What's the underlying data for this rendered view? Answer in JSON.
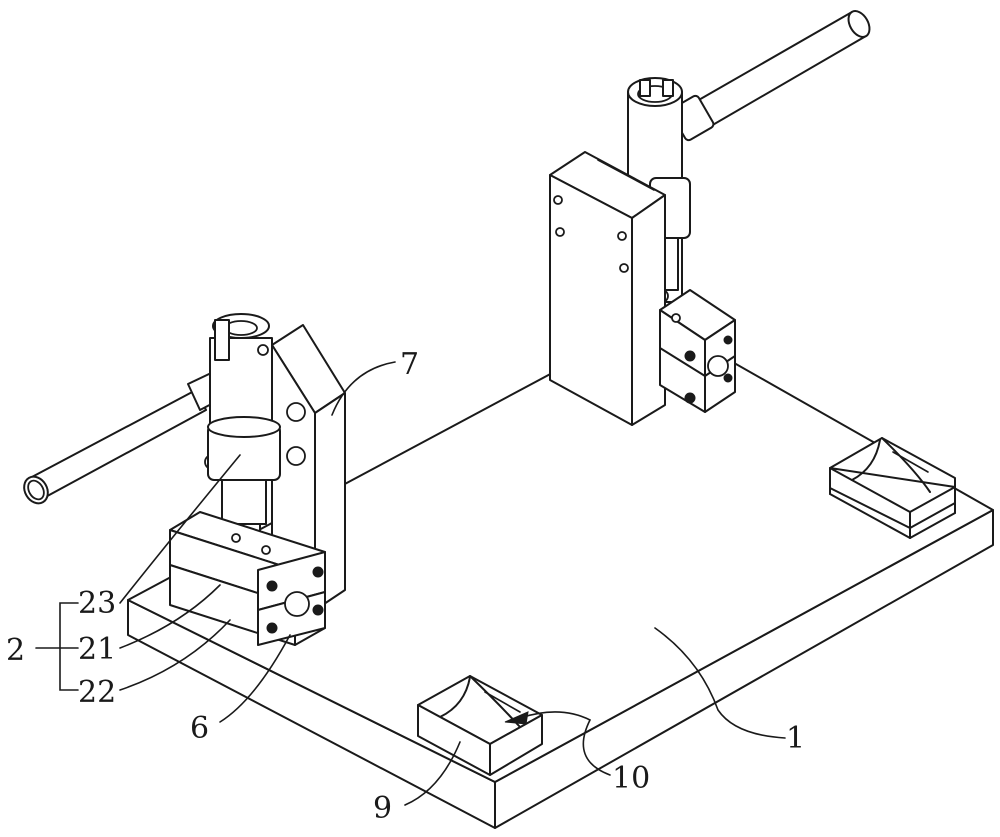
{
  "labels": {
    "base_plate": "1",
    "assembly": "2",
    "part_21": "21",
    "part_22": "22",
    "part_23": "23",
    "part_6": "6",
    "part_7": "7",
    "part_9": "9",
    "part_10": "10"
  }
}
